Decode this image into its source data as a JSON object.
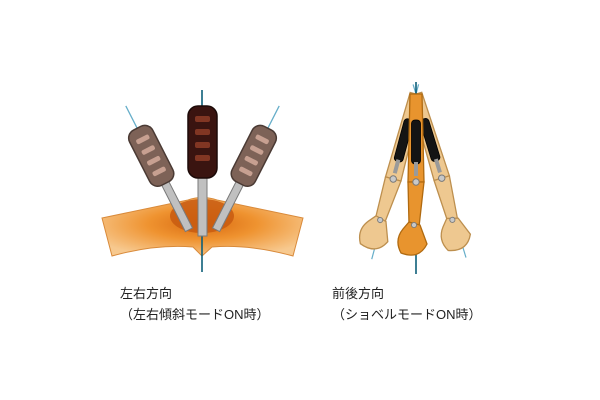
{
  "page": {
    "background": "#ffffff",
    "description_visible_text_only": true
  },
  "figures": [
    {
      "id": "joystick-left-right",
      "caption_line1": "左右方向",
      "caption_line2": "（左右傾斜モードON時）"
    },
    {
      "id": "excavator-front-back",
      "caption_line1": "前後方向",
      "caption_line2": "（ショベルモードON時）"
    }
  ],
  "colors": {
    "base_orange_center": "#d96a10",
    "base_orange_mid": "#ef9330",
    "base_orange_edge": "#f7c98f",
    "arm_tan": "#eec890",
    "arm_tan_outline": "#bd8f4e",
    "arm_center_orange": "#e8942e",
    "grip_dark_maroon": "#3a1410",
    "grip_side_brown": "#7d6257",
    "axis_blue_dark": "#0e5f7a",
    "axis_blue_light": "#66aec9",
    "cylinder_black": "#141414",
    "metal_gray": "#c0c0c0",
    "text": "#222222"
  }
}
